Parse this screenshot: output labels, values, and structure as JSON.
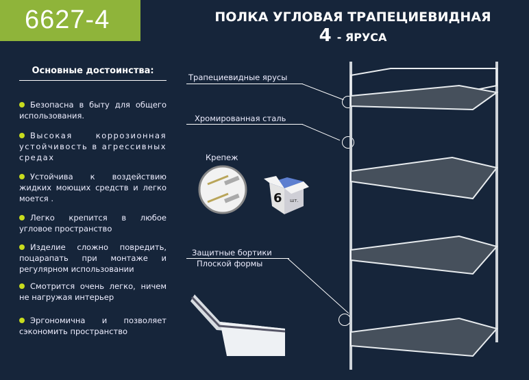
{
  "model_code": "6627-4",
  "title": {
    "line1": "ПОЛКА УГЛОВАЯ ТРАПЕЦИЕВИДНАЯ",
    "tiers": "4",
    "tiers_suffix": "- ЯРУСА"
  },
  "advantages": {
    "heading": "Основные достоинства:",
    "items": [
      "Безопасна в быту для общего использования.",
      "Высокая коррозионная устойчивость в агрессивных средах",
      "Устойчива к воздействию жидких моющих средств и легко моется .",
      "Легко крепится в любое угловое пространство",
      "Изделие сложно повредить, поцарапать при монтаже и регулярном использовании",
      "Смотрится очень легко, ничем не нагружая интерьер",
      "Эргономична и позволяет сэкономить пространство"
    ]
  },
  "callouts": {
    "tiers": "Трапециевидные ярусы",
    "steel": "Хромированная сталь",
    "edges_1": "Защитные бортики",
    "edges_2": "Плоской формы"
  },
  "fasteners": {
    "label": "Крепеж",
    "box_count": "6",
    "box_unit": "шт."
  },
  "colors": {
    "background": "#16253a",
    "accent": "#8fb43a",
    "bullet": "#c8dc1e"
  }
}
